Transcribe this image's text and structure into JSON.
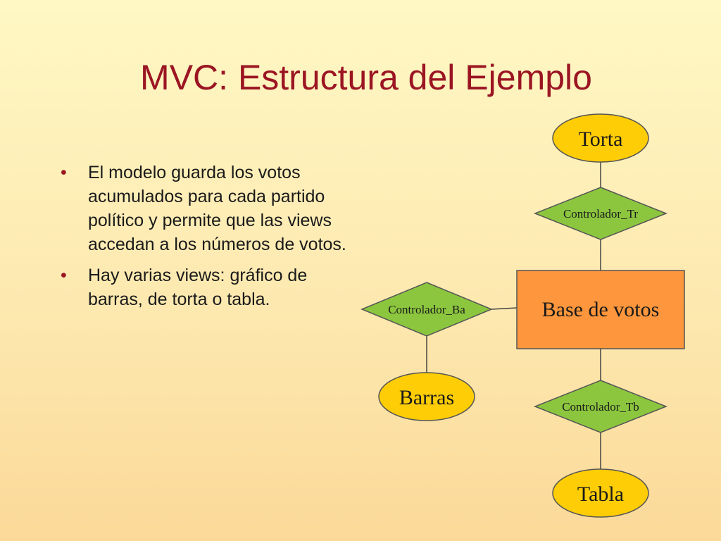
{
  "slide": {
    "title": "MVC: Estructura del Ejemplo",
    "bullets": [
      "El modelo guarda los votos acumulados para cada partido político y permite que las views accedan a los números de votos.",
      "Hay varias views: gráfico de barras, de torta o tabla."
    ]
  },
  "diagram": {
    "model": {
      "label": "Base de votos",
      "fill": "#fd963c"
    },
    "views": {
      "torta": "Torta",
      "barras": "Barras",
      "tabla": "Tabla",
      "fill": "#ffcd05"
    },
    "controllers": {
      "tr": "Controlador_Tr",
      "ba": "Controlador_Ba",
      "tb": "Controlador_Tb",
      "fill": "#8cc63f"
    }
  }
}
